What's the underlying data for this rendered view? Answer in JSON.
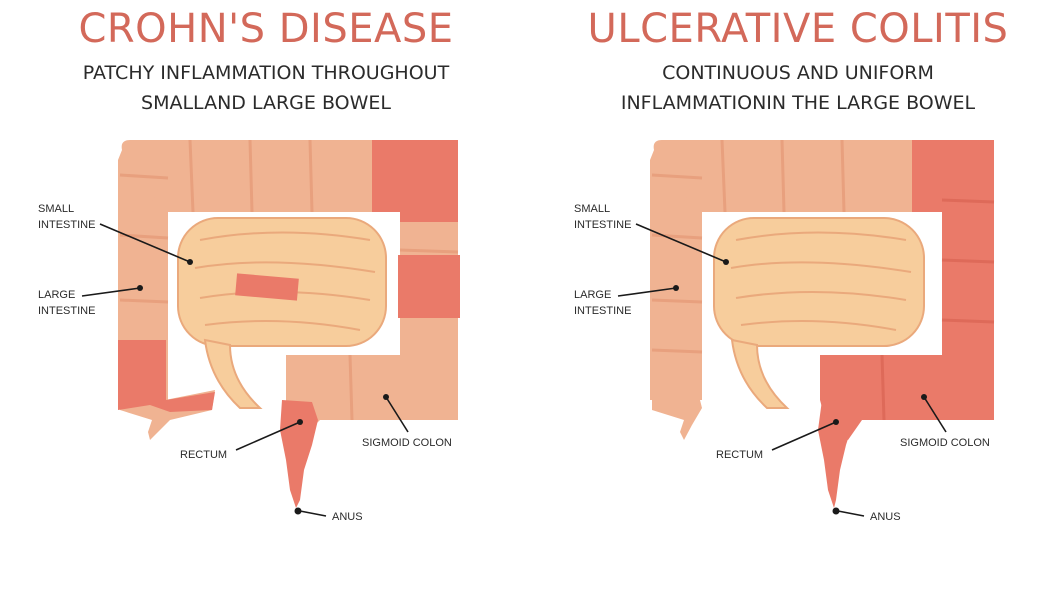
{
  "panels": [
    {
      "title": "CROHN'S DISEASE",
      "subtitle_line1": "PATCHY INFLAMMATION THROUGHOUT",
      "subtitle_line2": "SMALLAND LARGE BOWEL",
      "labels": {
        "small_1": "SMALL",
        "small_2": "INTESTINE",
        "large_1": "LARGE",
        "large_2": "INTESTINE",
        "rectum": "RECTUM",
        "sigmoid": "SIGMOID COLON",
        "anus": "ANUS"
      }
    },
    {
      "title": "ULCERATIVE COLITIS",
      "subtitle_line1": "CONTINUOUS AND UNIFORM",
      "subtitle_line2": "INFLAMMATIONIN THE LARGE BOWEL",
      "labels": {
        "small_1": "SMALL",
        "small_2": "INTESTINE",
        "large_1": "LARGE",
        "large_2": "INTESTINE",
        "rectum": "RECTUM",
        "sigmoid": "SIGMOID COLON",
        "anus": "ANUS"
      }
    }
  ],
  "colors": {
    "title": "#d3695a",
    "healthy_colon": "#f0b392",
    "inflamed": "#ea7a69",
    "small_intestine": "#f7cd9c",
    "small_intestine_outline": "#eaa97c"
  }
}
